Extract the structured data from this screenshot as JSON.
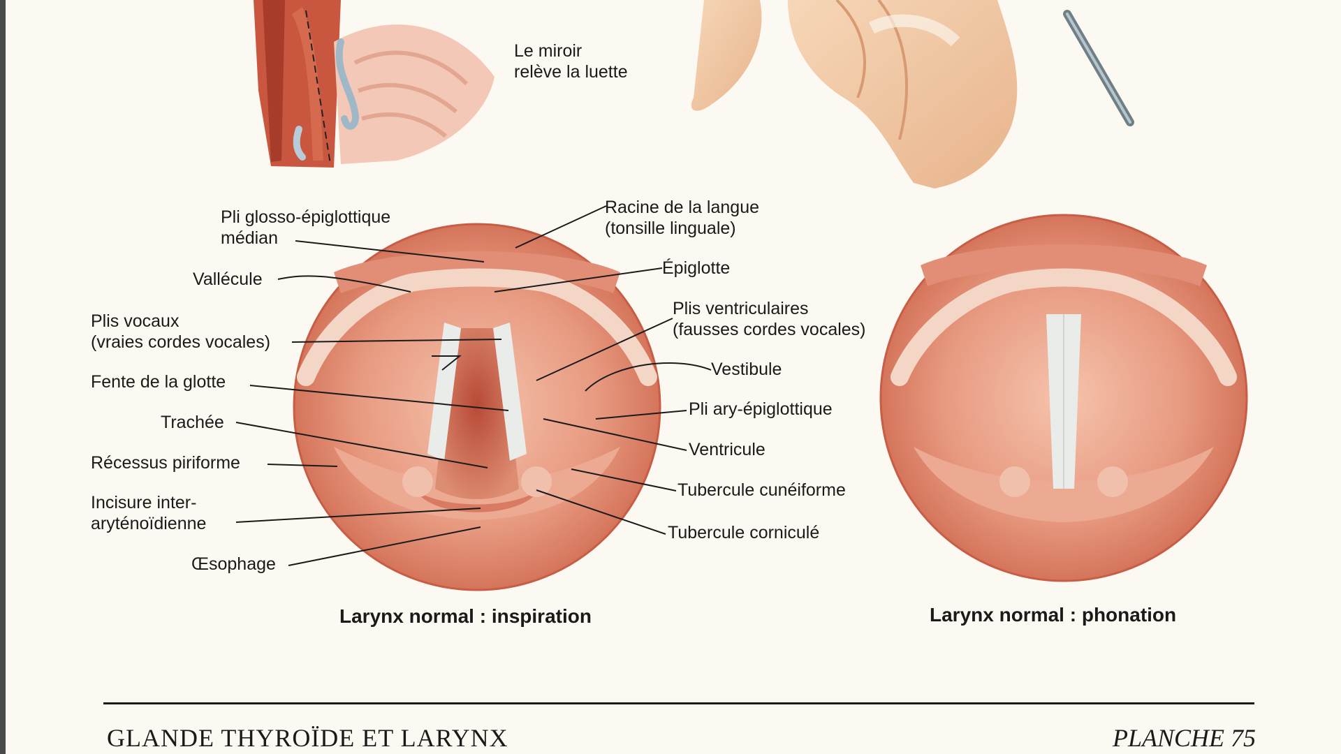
{
  "labels": {
    "mirror_line1": "Le miroir",
    "mirror_line2": "relève la luette",
    "pli_glosso_1": "Pli glosso-épiglottique",
    "pli_glosso_2": "médian",
    "racine_1": "Racine de la langue",
    "racine_2": "(tonsille linguale)",
    "vallecule": "Vallécule",
    "epiglotte": "Épiglotte",
    "plis_vocaux_1": "Plis vocaux",
    "plis_vocaux_2": "(vraies cordes vocales)",
    "plis_ventr_1": "Plis ventriculaires",
    "plis_ventr_2": "(fausses cordes vocales)",
    "vestibule": "Vestibule",
    "fente": "Fente de la glotte",
    "pli_ary": "Pli ary-épiglottique",
    "trachee": "Trachée",
    "ventricule": "Ventricule",
    "recessus": "Récessus piriforme",
    "tub_cuneiforme": "Tubercule cunéiforme",
    "incisure_1": "Incisure inter-",
    "incisure_2": "aryténoïdienne",
    "tub_cornicule": "Tubercule corniculé",
    "oesophage": "Œsophage"
  },
  "captions": {
    "inspiration": "Larynx normal : inspiration",
    "phonation": "Larynx normal : phonation"
  },
  "footer": {
    "title": "GLANDE THYROÏDE ET LARYNX",
    "plate": "PLANCHE 75"
  },
  "colors": {
    "page": "#fcf9f3",
    "tissue": "#d9715a",
    "tissue_light": "#f2b8a0",
    "cords": "#e9ece9",
    "ink": "#1a1a1a"
  }
}
